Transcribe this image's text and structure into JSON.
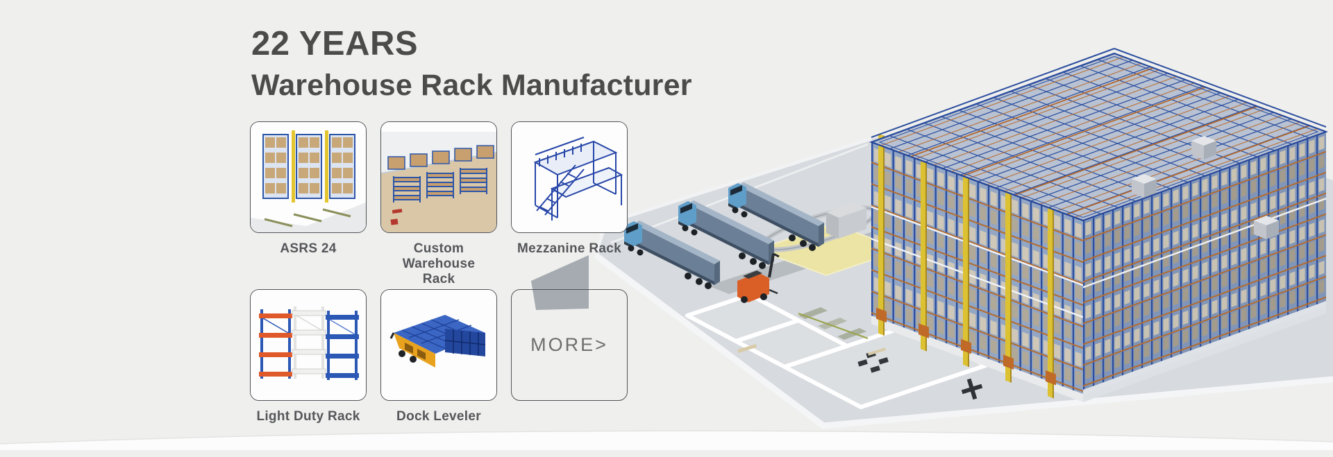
{
  "hero": {
    "title": "22 YEARS",
    "subtitle": "Warehouse Rack Manufacturer"
  },
  "products": [
    {
      "label": "ASRS 24"
    },
    {
      "label": "Custom Warehouse Rack"
    },
    {
      "label": "Mezzanine Rack"
    },
    {
      "label": "Light Duty Rack"
    },
    {
      "label": "Dock Leveler"
    }
  ],
  "more": {
    "label": "MORE>"
  },
  "colors": {
    "background": "#efefed",
    "heading_text": "#4b4b49",
    "caption_text": "#55565a",
    "more_text": "#6e6e6e",
    "card_border": "#515257",
    "rack_blue": "#2d4f9f",
    "beam_orange": "#b26c30",
    "mast_yellow": "#dcc233",
    "truck_blue": "#5f9ec9",
    "trailer_steel": "#6b8097",
    "floor_gray": "#d7dade",
    "path_yellow": "#ebe4a4",
    "forklift_orange": "#d95f26",
    "wave_white": "#fcfcfd"
  }
}
